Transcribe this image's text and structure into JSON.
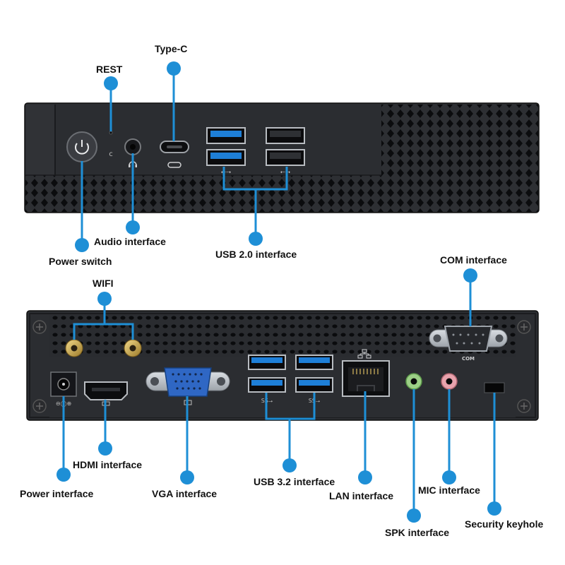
{
  "colors": {
    "callout": "#1e8fd6",
    "chassis": "#2b2d31",
    "chassis_dark": "#16171a",
    "usb3_blue": "#1e7fd8",
    "spk_green": "#9ccf86",
    "mic_pink": "#e8a3ad",
    "gold": "#c9a44a"
  },
  "labels": {
    "type_c": "Type-C",
    "rest": "REST",
    "audio": "Audio interface",
    "power_switch": "Power switch",
    "usb20": "USB 2.0 interface",
    "com": "COM interface",
    "wifi": "WIFI",
    "hdmi": "HDMI interface",
    "power_interface": "Power interface",
    "vga": "VGA interface",
    "usb32": "USB 3.2 interface",
    "lan": "LAN interface",
    "mic": "MIC interface",
    "spk": "SPK interface",
    "keyhole": "Security keyhole"
  },
  "port_marks": {
    "com": "COM"
  },
  "icons": [
    "power-icon",
    "headphone-icon",
    "usb-icon",
    "network-icon",
    "dc-polarity-icon",
    "hdmi-logo-icon",
    "vga-monitor-icon",
    "ss-usb-icon"
  ]
}
